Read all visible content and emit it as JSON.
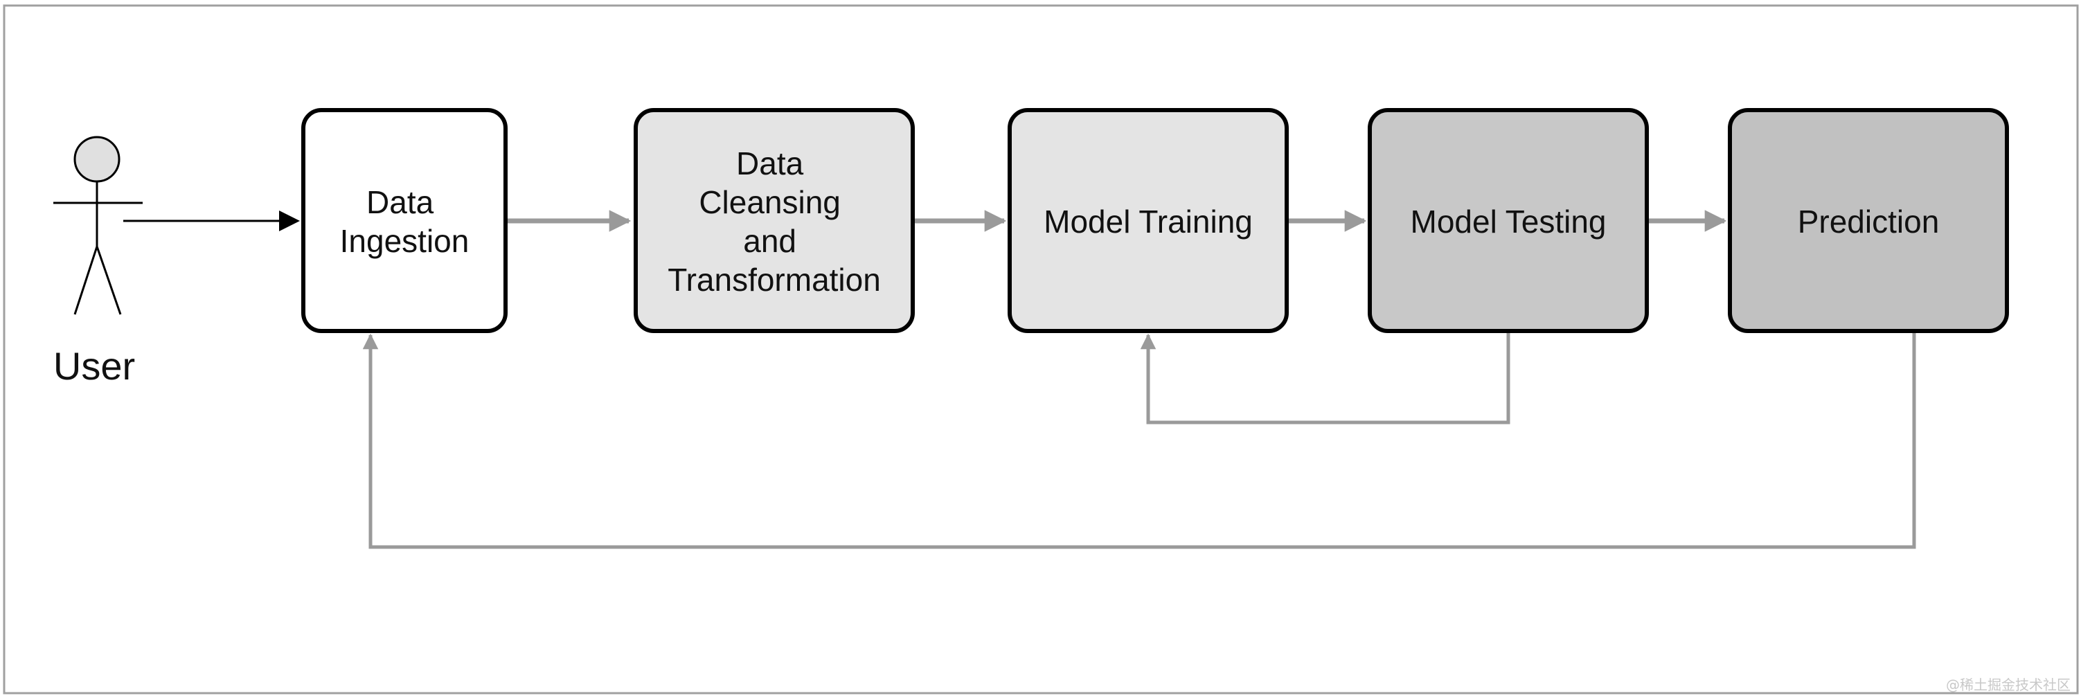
{
  "diagram": {
    "actor": {
      "label": "User"
    },
    "nodes": [
      {
        "id": "data-ingestion",
        "lines": [
          "Data",
          "Ingestion"
        ],
        "fill": "#ffffff"
      },
      {
        "id": "data-cleansing",
        "lines": [
          "Data",
          "Cleansing",
          "and",
          "Transformation"
        ],
        "fill": "#e4e4e4"
      },
      {
        "id": "model-training",
        "lines": [
          "Model Training"
        ],
        "fill": "#e4e4e4"
      },
      {
        "id": "model-testing",
        "lines": [
          "Model Testing"
        ],
        "fill": "#c8c8c8"
      },
      {
        "id": "prediction",
        "lines": [
          "Prediction"
        ],
        "fill": "#c1c1c1"
      }
    ],
    "edges": [
      {
        "from": "user",
        "to": "data-ingestion"
      },
      {
        "from": "data-ingestion",
        "to": "data-cleansing"
      },
      {
        "from": "data-cleansing",
        "to": "model-training"
      },
      {
        "from": "model-training",
        "to": "model-testing"
      },
      {
        "from": "model-testing",
        "to": "prediction"
      },
      {
        "from": "model-testing",
        "to": "model-training"
      },
      {
        "from": "prediction",
        "to": "data-ingestion"
      }
    ],
    "watermark": "@稀土掘金技术社区",
    "colors": {
      "arrow_gray": "#9a9a9a",
      "arrow_black": "#000000",
      "box_stroke": "#000000",
      "frame_stroke": "#a0a0a0",
      "actor_head_fill": "#e0e0e0"
    }
  }
}
